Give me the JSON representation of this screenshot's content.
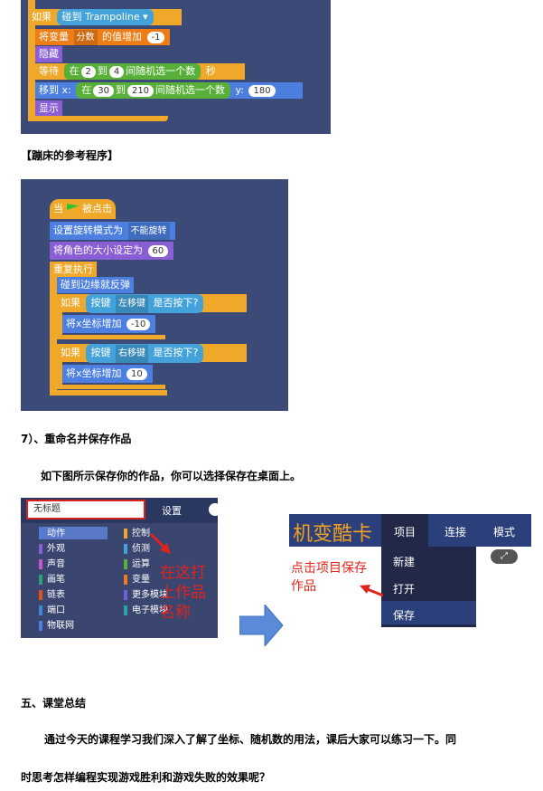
{
  "block1": {
    "if_label": "如果",
    "touch_label": "碰到",
    "touch_target": "Trampoline",
    "change_var_label": "将变量",
    "var_name": "分数",
    "change_by_label": "的值增加",
    "change_value": "-1",
    "hide_label": "隐藏",
    "wait_label": "等待",
    "in_label": "在",
    "wait_min": "2",
    "to_label": "到",
    "wait_max": "4",
    "random_label": "间随机选一个数",
    "seconds_label": "秒",
    "goto_label": "移到 x:",
    "x_min": "30",
    "x_max": "210",
    "y_label": "y:",
    "y_value": "180",
    "show_label": "显示"
  },
  "caption1": "【蹦床的参考程序】",
  "block2": {
    "when_label": "当",
    "clicked_label": "被点击",
    "rotation_label": "设置旋转模式为",
    "rotation_value": "不能旋转",
    "size_label": "将角色的大小设定为",
    "size_value": "60",
    "forever_label": "重复执行",
    "bounce_label": "碰到边缘就反弹",
    "if1_label": "如果",
    "key_label": "按键",
    "key1": "左移键",
    "pressed_label": "是否按下?",
    "changex_label": "将x坐标增加",
    "changex1": "-10",
    "if2_label": "如果",
    "key2": "右移键",
    "changex2": "10"
  },
  "section7_title": "7）、重命名并保存作品",
  "section7_desc": "如下图所示保存你的作品，你可以选择保存在桌面上。",
  "screenshot1": {
    "title_input": "无标题",
    "settings_label": "设置",
    "categories_left": [
      "动作",
      "外观",
      "声音",
      "画笔",
      "链表",
      "端口",
      "物联网"
    ],
    "categories_right": [
      "控制",
      "侦测",
      "运算",
      "变量",
      "更多模块",
      "电子模块"
    ],
    "annotation": "在这打上作品名称"
  },
  "screenshot2": {
    "app_title": "机变酷卡",
    "menu_project": "项目",
    "menu_connect": "连接",
    "menu_mode": "模式",
    "item_new": "新建",
    "item_open": "打开",
    "item_save": "保存",
    "annotation_line1": "点击项目保存",
    "annotation_line2": "作品"
  },
  "section5_title": "五、课堂总结",
  "summary_line1": "通过今天的课程学习我们深入了解了坐标、随机数的用法，课后大家可以练习一下。同",
  "summary_line2": "时思考怎样编程实现游戏胜利和游戏失败的效果呢？",
  "colors": {
    "panel_bg": "#3c4a78",
    "control": "#f0a82a",
    "looks": "#8a5fd6",
    "variables": "#ee7d16",
    "motion": "#4c7fe0",
    "operators": "#59b038",
    "sensing": "#43a2d9",
    "annotation": "#e0241b"
  }
}
